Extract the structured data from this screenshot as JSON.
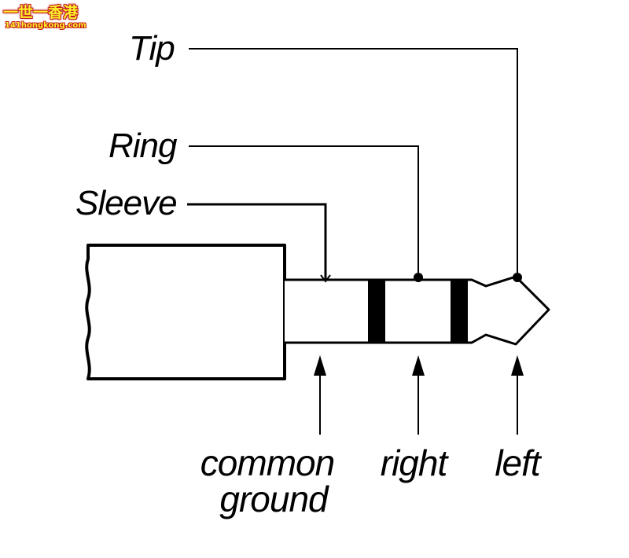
{
  "watermark": {
    "title": "一世一香港",
    "url": "141hongkong.com"
  },
  "callouts": {
    "tip": "Tip",
    "ring": "Ring",
    "sleeve": "Sleeve"
  },
  "channels": {
    "common_line1": "common",
    "common_line2": "ground",
    "right": "right",
    "left": "left"
  },
  "colors": {
    "ink": "#000000",
    "background": "#ffffff",
    "watermark_fill": "#ffef2a",
    "watermark_outline": "#c0181d"
  }
}
